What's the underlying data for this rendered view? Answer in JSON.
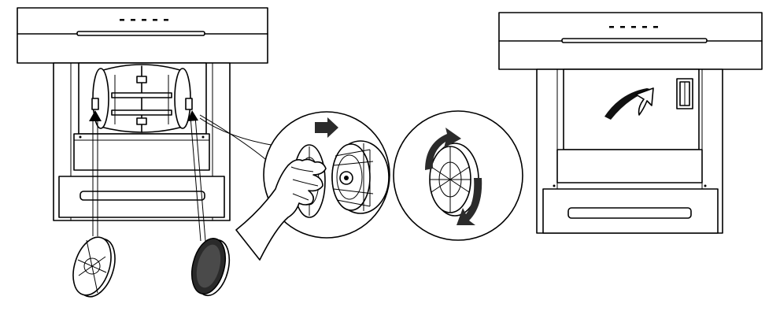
{
  "diagram": {
    "panels": [
      {
        "id": "hood-left",
        "description_free": true
      },
      {
        "id": "detail-circles",
        "description_free": true
      },
      {
        "id": "hood-right",
        "description_free": true
      }
    ],
    "arrow_colors": {
      "solid": "#2b2b2b",
      "outline": "#000000",
      "fill_light": "#ffffff"
    }
  }
}
